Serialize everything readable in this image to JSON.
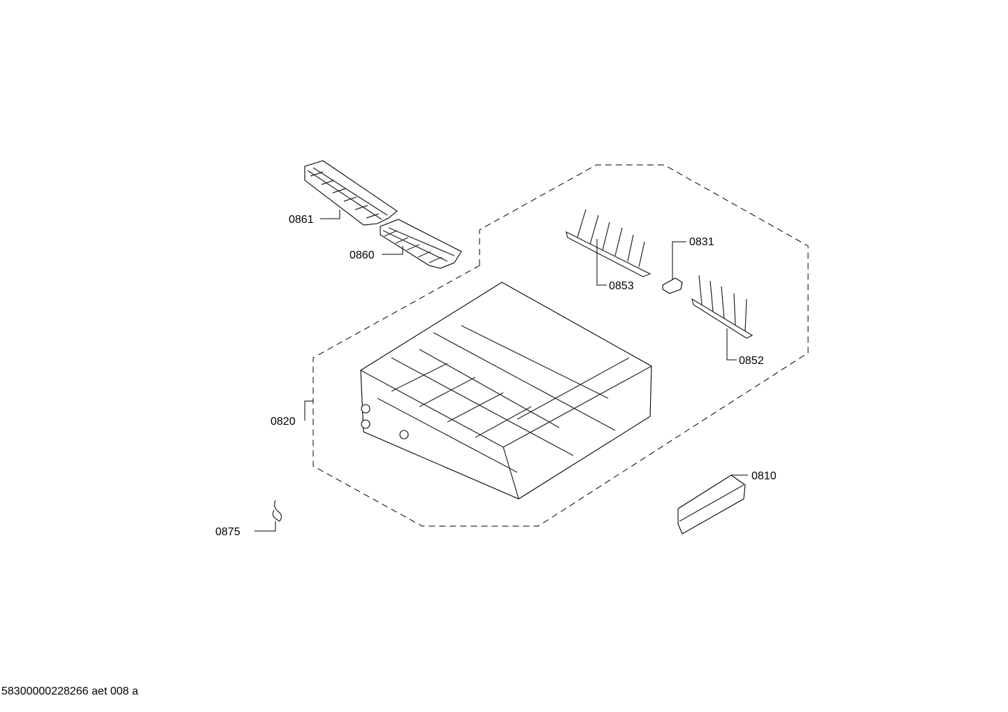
{
  "parts": [
    {
      "id": "0861",
      "label": "0861"
    },
    {
      "id": "0860",
      "label": "0860"
    },
    {
      "id": "0831",
      "label": "0831"
    },
    {
      "id": "0853",
      "label": "0853"
    },
    {
      "id": "0852",
      "label": "0852"
    },
    {
      "id": "0820",
      "label": "0820"
    },
    {
      "id": "0810",
      "label": "0810"
    },
    {
      "id": "0875",
      "label": "0875"
    }
  ],
  "footer": {
    "text": "58300000228266 aet 008 a"
  }
}
